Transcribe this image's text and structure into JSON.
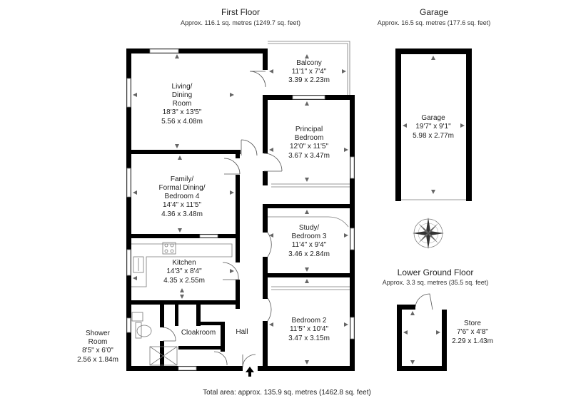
{
  "first_floor": {
    "title": "First Floor",
    "area": "Approx. 116.1 sq. metres (1249.7 sq. feet)"
  },
  "garage_block": {
    "title": "Garage",
    "area": "Approx. 16.5 sq. metres (177.6 sq. feet)"
  },
  "lower_ground": {
    "title": "Lower Ground Floor",
    "area": "Approx. 3.3 sq. metres (35.5 sq. feet)"
  },
  "total_area": "Total area: approx. 135.9 sq. metres (1462.8 sq. feet)",
  "rooms": {
    "balcony": [
      "Balcony",
      "11'1\" x 7'4\"",
      "3.39 x 2.23m"
    ],
    "living": [
      "Living/",
      "Dining",
      "Room",
      "18'3\" x 13'5\"",
      "5.56 x 4.08m"
    ],
    "principal": [
      "Principal",
      "Bedroom",
      "12'0\" x 11'5\"",
      "3.67 x 3.47m"
    ],
    "family": [
      "Family/",
      "Formal Dining/",
      "Bedroom 4",
      "14'4\" x 11'5\"",
      "4.36 x 3.48m"
    ],
    "study": [
      "Study/",
      "Bedroom 3",
      "11'4\" x 9'4\"",
      "3.46 x 2.84m"
    ],
    "kitchen": [
      "Kitchen",
      "14'3\" x 8'4\"",
      "4.35 x 2.55m"
    ],
    "bedroom2": [
      "Bedroom 2",
      "11'5\" x 10'4\"",
      "3.47 x 3.15m"
    ],
    "shower": [
      "Shower",
      "Room",
      "8'5\" x 6'0\"",
      "2.56 x 1.84m"
    ],
    "cloakroom": [
      "Cloakroom"
    ],
    "hall": [
      "Hall"
    ],
    "garage": [
      "Garage",
      "19'7\" x 9'1\"",
      "5.98 x 2.77m"
    ],
    "store": [
      "Store",
      "7'6\" x 4'8\"",
      "2.29 x 1.43m"
    ]
  },
  "icons": {
    "compass": "compass-rose-icon",
    "entrance": "entrance-arrow-icon"
  }
}
